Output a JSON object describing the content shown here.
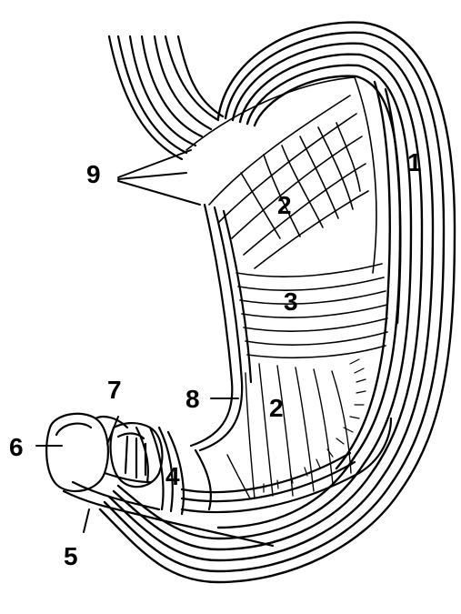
{
  "labels": {
    "l1": "1",
    "l2a": "2",
    "l2b": "2",
    "l3": "3",
    "l4": "4",
    "l5": "5",
    "l6": "6",
    "l7": "7",
    "l8": "8",
    "l9": "9"
  },
  "colors": {
    "ink": "#000000",
    "paper": "#ffffff"
  }
}
